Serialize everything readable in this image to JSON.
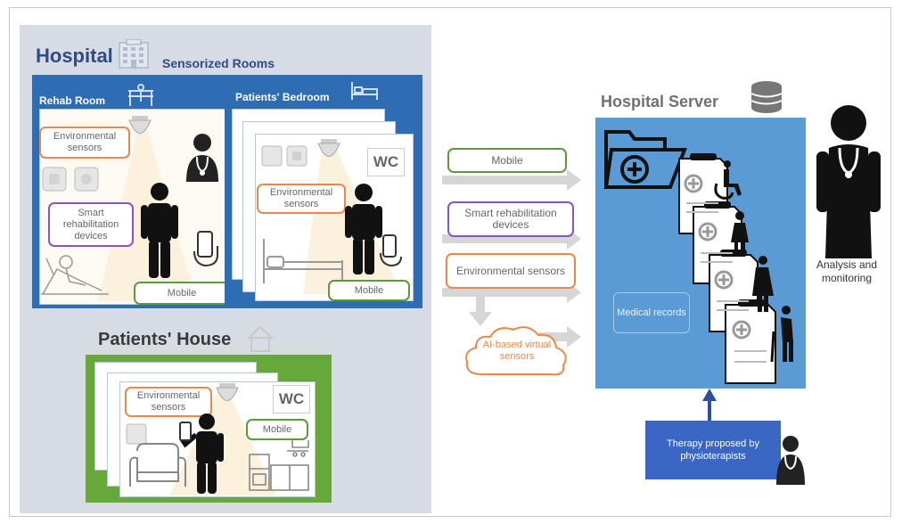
{
  "hospital": {
    "title": "Hospital",
    "subtitle": "Sensorized Rooms",
    "rehab_room": {
      "title": "Rehab Room",
      "environmental_sensors": "Environmental sensors",
      "smart_devices": "Smart rehabilitation devices",
      "mobile": "Mobile"
    },
    "bedroom": {
      "title": "Patients' Bedroom",
      "wc": "WC",
      "environmental_sensors": "Environmental sensors",
      "mobile": "Mobile"
    }
  },
  "house": {
    "title": "Patients' House",
    "environmental_sensors": "Environmental sensors",
    "wc": "WC",
    "mobile": "Mobile"
  },
  "flows": {
    "mobile": "Mobile",
    "smart_devices": "Smart rehabilitation devices",
    "environmental_sensors": "Environmental sensors",
    "ai_sensors": "AI-based virtual sensors"
  },
  "server": {
    "title": "Hospital Server",
    "medical_records": "Medical records",
    "therapy": "Therapy proposed by physioterapists",
    "analysis": "Analysis and monitoring"
  },
  "colors": {
    "hospital_bg": "#d6dbe4",
    "room_blue": "#2e6db4",
    "server_blue": "#5b9bd5",
    "therapy_blue": "#3a66c4",
    "house_green": "#66a83a",
    "sensor_orange": "#e8894a",
    "device_purple": "#8a55b8",
    "mobile_green": "#5a9a3a"
  }
}
